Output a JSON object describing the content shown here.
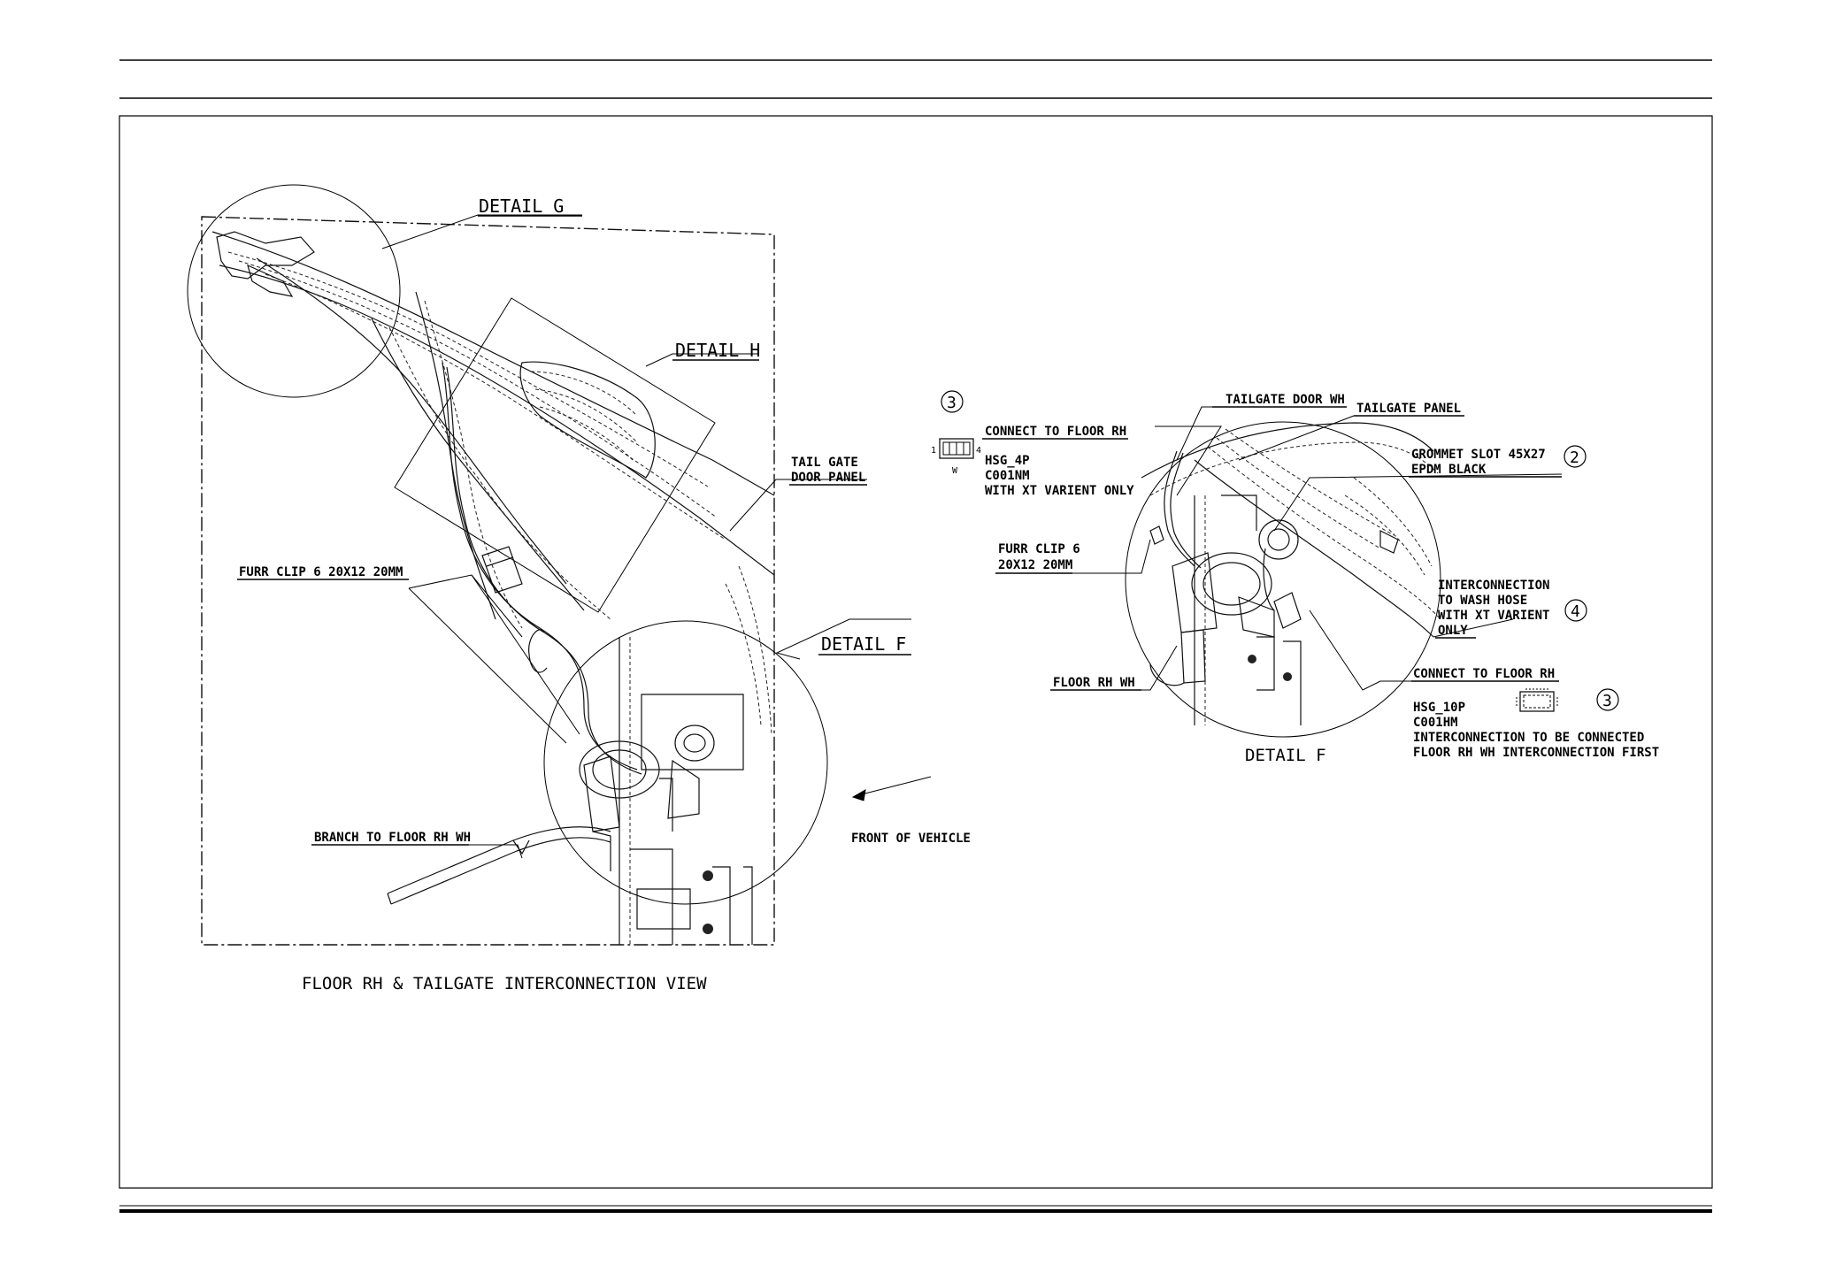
{
  "main_view": {
    "title": "FLOOR RH & TAILGATE INTERCONNECTION VIEW",
    "detail_g": "DETAIL G",
    "detail_h": "DETAIL H",
    "detail_f": "DETAIL F",
    "tail_gate_line1": "TAIL GATE",
    "tail_gate_line2": "DOOR PANEL",
    "furr_clip": "FURR CLIP 6 20X12 20MM",
    "branch": "BRANCH TO FLOOR RH WH",
    "front_of_vehicle": "FRONT OF VEHICLE"
  },
  "detail_f_view": {
    "title": "DETAIL F",
    "tailgate_door_wh": "TAILGATE DOOR WH",
    "tailgate_panel": "TAILGATE PANEL",
    "callout_3a": "3",
    "connector_4p": {
      "connect": "CONNECT TO FLOOR RH",
      "housing": "HSG_4P",
      "code": "C001NM",
      "note": "WITH XT VARIENT ONLY",
      "pin_first": "1",
      "pin_last": "4",
      "color_mark": "W"
    },
    "grommet_line1": "GROMMET SLOT 45X27",
    "grommet_line2": "EPDM BLACK",
    "callout_2": "2",
    "furr_clip_line1": "FURR CLIP 6",
    "furr_clip_line2": "20X12 20MM",
    "interconnection": {
      "line1": "INTERCONNECTION",
      "line2": "TO WASH HOSE",
      "line3": "WITH XT VARIENT",
      "line4": "ONLY"
    },
    "callout_4": "4",
    "floor_rh_wh": "FLOOR RH WH",
    "connector_10p": {
      "connect": "CONNECT TO FLOOR RH",
      "housing": "HSG_10P",
      "code": "C001HM",
      "note1": "INTERCONNECTION TO BE CONNECTED",
      "note2": "FLOOR RH WH INTERCONNECTION FIRST"
    },
    "callout_3b": "3"
  }
}
